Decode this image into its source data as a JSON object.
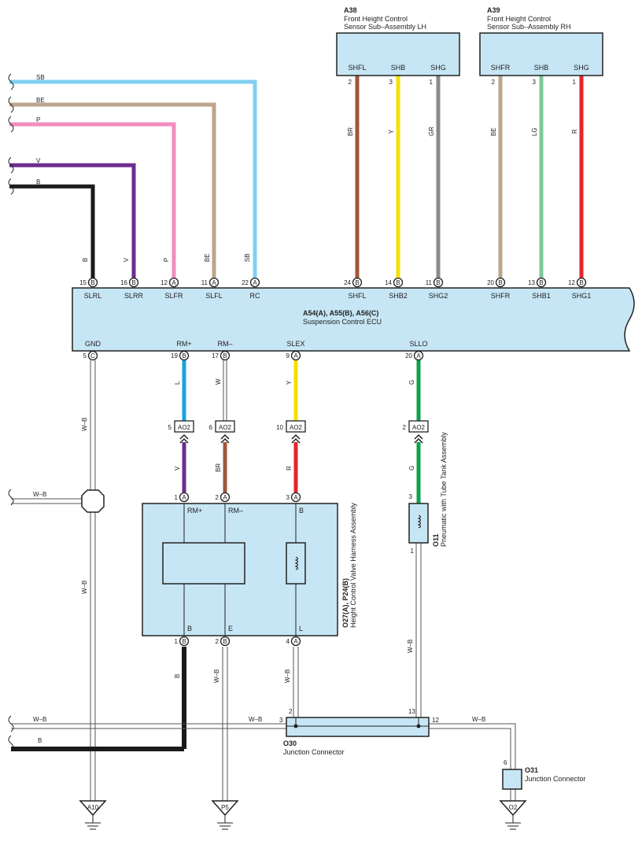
{
  "ecu": {
    "codes": "A54(A), A55(B), A56(C)",
    "name": "Suspension Control ECU",
    "top_pins": [
      {
        "num": "15",
        "conn": "B",
        "label": "SLRL",
        "wire": "B"
      },
      {
        "num": "16",
        "conn": "B",
        "label": "SLRR",
        "wire": "V"
      },
      {
        "num": "12",
        "conn": "A",
        "label": "SLFR",
        "wire": "P"
      },
      {
        "num": "11",
        "conn": "A",
        "label": "SLFL",
        "wire": "BE"
      },
      {
        "num": "22",
        "conn": "A",
        "label": "RC",
        "wire": "SB"
      },
      {
        "num": "24",
        "conn": "B",
        "label": "SHFL",
        "wire": "BR"
      },
      {
        "num": "14",
        "conn": "B",
        "label": "SHB2",
        "wire": "Y"
      },
      {
        "num": "11",
        "conn": "B",
        "label": "SHG2",
        "wire": "GR"
      },
      {
        "num": "20",
        "conn": "B",
        "label": "SHFR",
        "wire": "BE"
      },
      {
        "num": "13",
        "conn": "B",
        "label": "SHB1",
        "wire": "LG"
      },
      {
        "num": "12",
        "conn": "B",
        "label": "SHG1",
        "wire": "R"
      }
    ],
    "bottom_pins": [
      {
        "num": "5",
        "conn": "C",
        "label": "GND"
      },
      {
        "num": "19",
        "conn": "B",
        "label": "RM+"
      },
      {
        "num": "17",
        "conn": "B",
        "label": "RM–"
      },
      {
        "num": "9",
        "conn": "A",
        "label": "SLEX"
      },
      {
        "num": "20",
        "conn": "A",
        "label": "SLLO"
      }
    ]
  },
  "sensor_lh": {
    "code": "A38",
    "line1": "Front Height Control",
    "line2": "Sensor Sub–Assembly LH",
    "pins": [
      {
        "num": "2",
        "label": "SHFL"
      },
      {
        "num": "3",
        "label": "SHB"
      },
      {
        "num": "1",
        "label": "SHG"
      }
    ]
  },
  "sensor_rh": {
    "code": "A39",
    "line1": "Front Height Control",
    "line2": "Sensor Sub–Assembly RH",
    "pins": [
      {
        "num": "2",
        "label": "SHFR"
      },
      {
        "num": "3",
        "label": "SHB"
      },
      {
        "num": "1",
        "label": "SHG"
      }
    ]
  },
  "left_wires": [
    "SB",
    "BE",
    "P",
    "V",
    "B"
  ],
  "ao2": {
    "name": "AO2",
    "connectors": [
      {
        "num": "5",
        "upper": "L",
        "lower": "V"
      },
      {
        "num": "6",
        "upper": "W",
        "lower": "BR"
      },
      {
        "num": "10",
        "upper": "Y",
        "lower": "R"
      },
      {
        "num": "2",
        "upper": "G",
        "lower": "G"
      }
    ]
  },
  "valve": {
    "codes": "O27(A), P24(B)",
    "name": "Height Control Valve Harness Assembly",
    "top_pins": [
      {
        "num": "1",
        "conn": "A",
        "label": "RM+"
      },
      {
        "num": "2",
        "conn": "A",
        "label": "RM–"
      },
      {
        "num": "3",
        "conn": "A",
        "label": "B"
      }
    ],
    "bottom_pins": [
      {
        "num": "1",
        "conn": "B",
        "label": "B"
      },
      {
        "num": "2",
        "conn": "B",
        "label": "E"
      },
      {
        "num": "4",
        "conn": "A",
        "label": "L"
      }
    ]
  },
  "pneumatic": {
    "code": "O11",
    "name": "Pneumatic with Tube Tank Assembly",
    "pin_top": "3",
    "pin_bottom": "1"
  },
  "junction_o30": {
    "code": "O30",
    "name": "Junction Connector",
    "pins": {
      "left": "3",
      "top_left": "2",
      "top_right": "13",
      "right": "12"
    }
  },
  "junction_o31": {
    "code": "O31",
    "name": "Junction Connector",
    "pin": "6"
  },
  "wire_labels": {
    "gnd_vertical": "W–B",
    "splice_in": "W–B",
    "valve_b": "B",
    "valve_e": "W–B",
    "valve_l": "W–B",
    "pneu_out": "W–B",
    "bus_left": "W–B",
    "bus_mid": "W–B",
    "bus_right": "W–B",
    "bottom_b": "B"
  },
  "grounds": [
    "A10",
    "P5",
    "O2"
  ],
  "colors": {
    "SB": "#7fd0f0",
    "BE": "#bba58e",
    "P": "#f28cbf",
    "V": "#6b2d8e",
    "B": "#1a1a1a",
    "BR": "#a0573a",
    "Y": "#f5e000",
    "GR": "#8a8a8a",
    "LG": "#7ec89a",
    "R": "#e3262e",
    "L": "#1ba3e0",
    "G": "#0ba14b",
    "W": "#ffffff",
    "box_fill": "#c7e6f5"
  }
}
